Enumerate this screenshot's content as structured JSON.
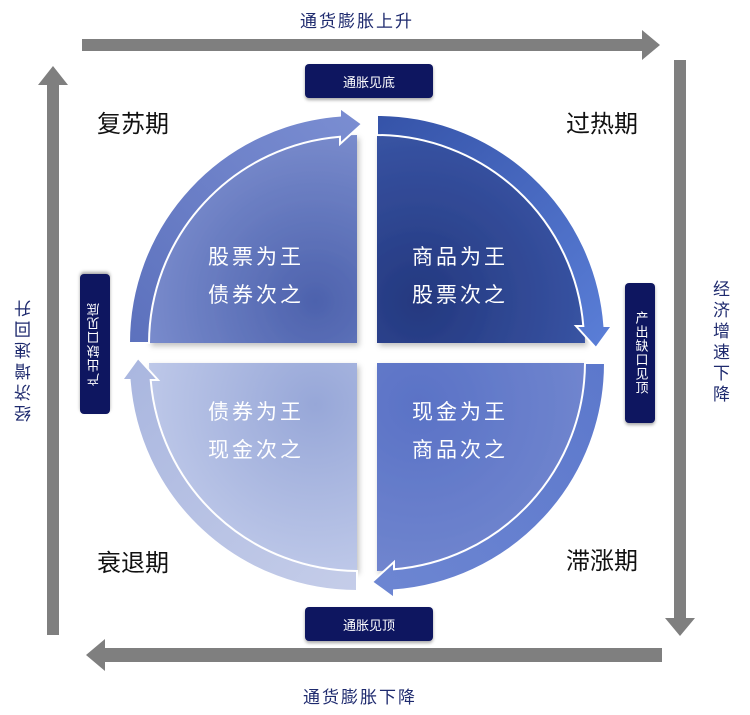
{
  "axes": {
    "top": "通货膨胀上升",
    "bottom": "通货膨胀下降",
    "left": "经济增速回升",
    "right": "经济增速下降"
  },
  "badges": {
    "top": "通胀见底",
    "bottom": "通胀见顶",
    "left": "产出缺口见底",
    "right": "产出缺口见顶"
  },
  "phases": {
    "recovery": "复苏期",
    "overheat": "过热期",
    "stagflation": "滞涨期",
    "recession": "衰退期"
  },
  "quadrants": {
    "recovery": {
      "line1": "股票为王",
      "line2": "债券次之"
    },
    "overheat": {
      "line1": "商品为王",
      "line2": "股票次之"
    },
    "stagflation": {
      "line1": "现金为王",
      "line2": "商品次之"
    },
    "recession": {
      "line1": "债券为王",
      "line2": "现金次之"
    }
  },
  "colors": {
    "recovery": "#6478c0",
    "overheat": "#2f4a98",
    "stagflation": "#5a73c4",
    "recession": "#a4b2dc",
    "badge": "#0e1660",
    "frame_arrow": "#7f7f7f"
  }
}
